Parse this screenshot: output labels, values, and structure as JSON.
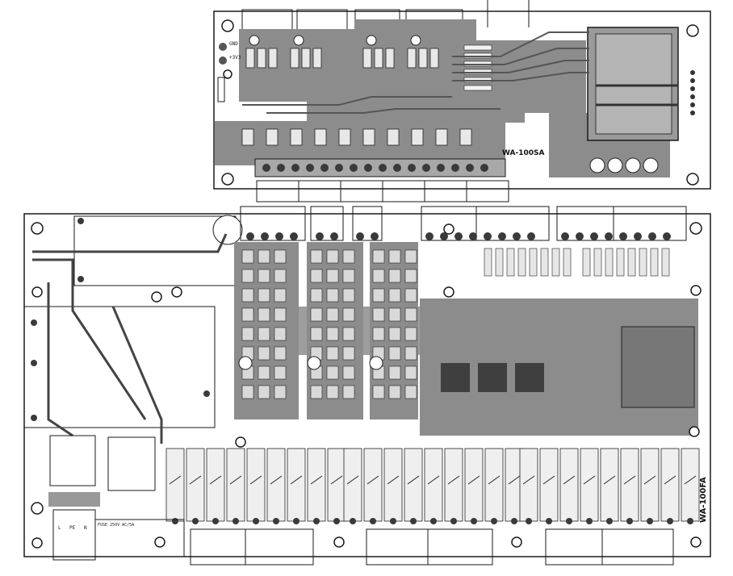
{
  "boards": {
    "top": {
      "label": "WA-100SA",
      "markings": [
        "GND",
        "+3V3"
      ]
    },
    "bottom": {
      "label": "WA-100FA",
      "fuse_label": "FUSE 250V AC/5A",
      "terminal_marks": [
        "L",
        "PE",
        "N"
      ]
    }
  },
  "colors": {
    "background": "#ffffff",
    "copper": "#8c8c8c",
    "copper_dark": "#555555",
    "outline": "#1a1a1a",
    "pad": "#3a3a3a"
  }
}
